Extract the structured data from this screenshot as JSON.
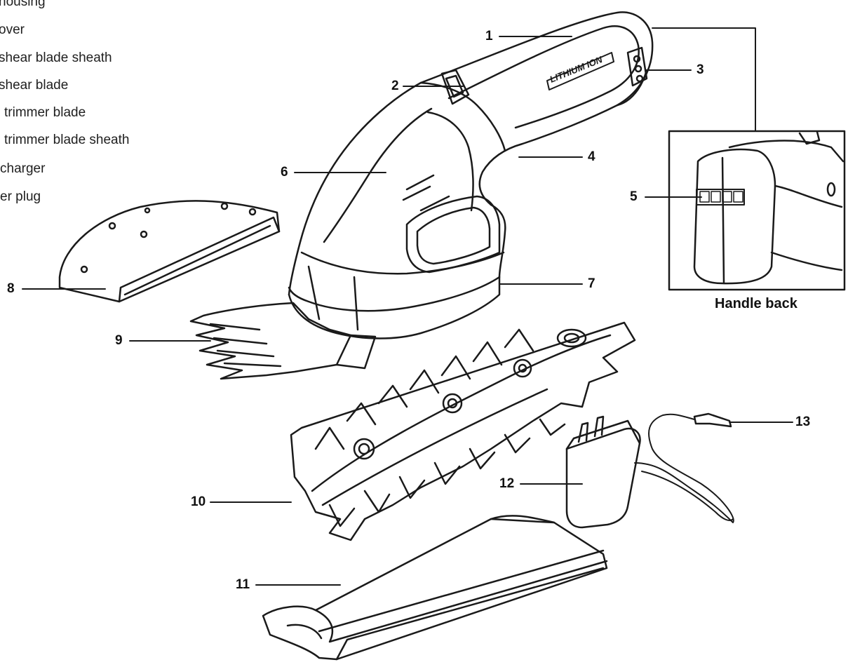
{
  "legend": [
    {
      "text": "housing"
    },
    {
      "text": "over"
    },
    {
      "text": "shear blade sheath"
    },
    {
      "text": "shear blade"
    },
    {
      "text": "trimmer blade"
    },
    {
      "text": "trimmer blade sheath"
    },
    {
      "text": "charger"
    },
    {
      "text": "er plug"
    }
  ],
  "logo_text": "LITHIUM ION",
  "inset_caption": "Handle back",
  "callouts": [
    "1",
    "2",
    "3",
    "4",
    "5",
    "6",
    "7",
    "8",
    "9",
    "10",
    "11",
    "12",
    "13"
  ],
  "colors": {
    "ink": "#1a1a1a",
    "background": "#ffffff"
  }
}
